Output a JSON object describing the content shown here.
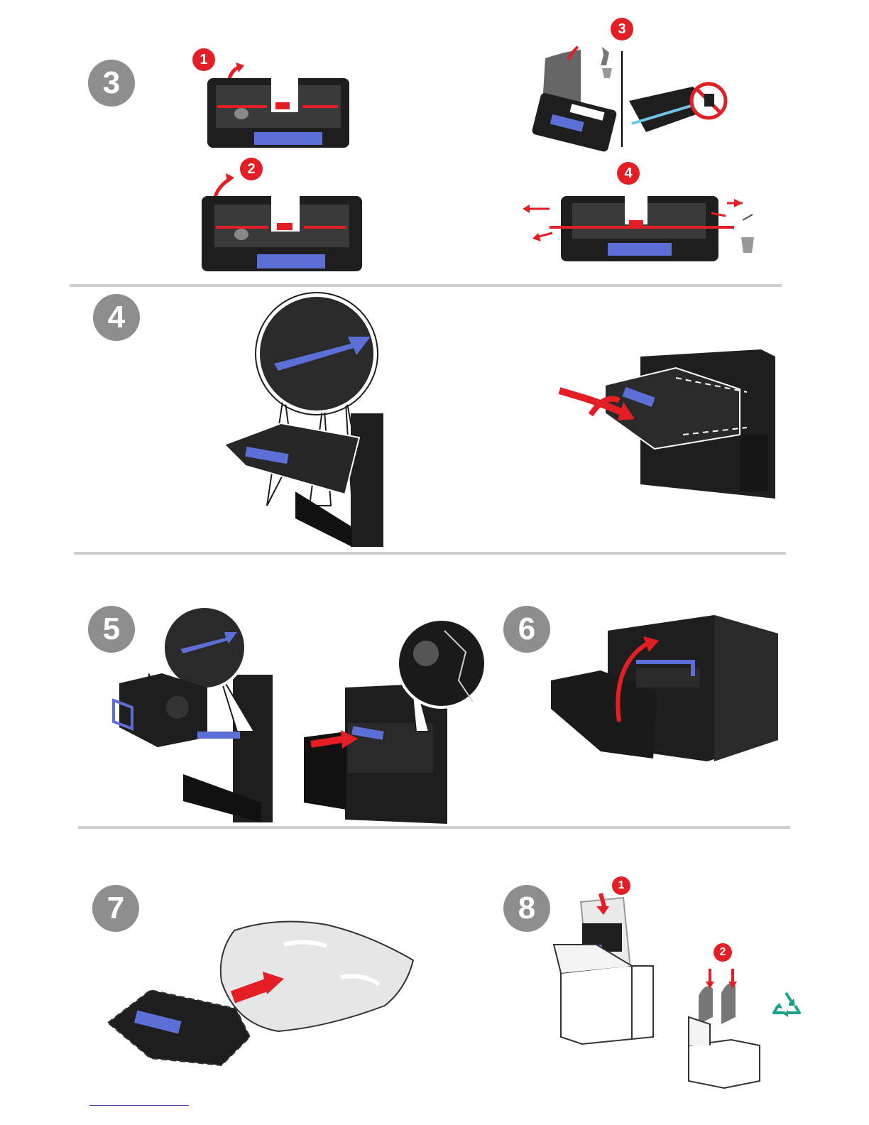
{
  "steps": {
    "s3": "3",
    "s4": "4",
    "s5": "5",
    "s6": "6",
    "s7": "7",
    "s8": "8"
  },
  "sub_badges": {
    "s3_a": "1",
    "s3_b": "2",
    "s3_c": "3",
    "s3_d": "4",
    "s8_a": "1",
    "s8_b": "2"
  },
  "colors": {
    "step_circle": "#8e8e8e",
    "badge_red": "#e31e24",
    "part_blue": "#5b6fd6",
    "printer_black": "#1e1e1e",
    "divider": "#cfcfcf",
    "recycle_green": "#1aa38a"
  },
  "icons": {
    "lift_arrow": "curved-arrow-up-icon",
    "insert_arrow": "arrow-right-icon",
    "trash": "trash-bin-icon",
    "no_touch": "no-touch-icon",
    "recycle": "recycle-icon"
  }
}
